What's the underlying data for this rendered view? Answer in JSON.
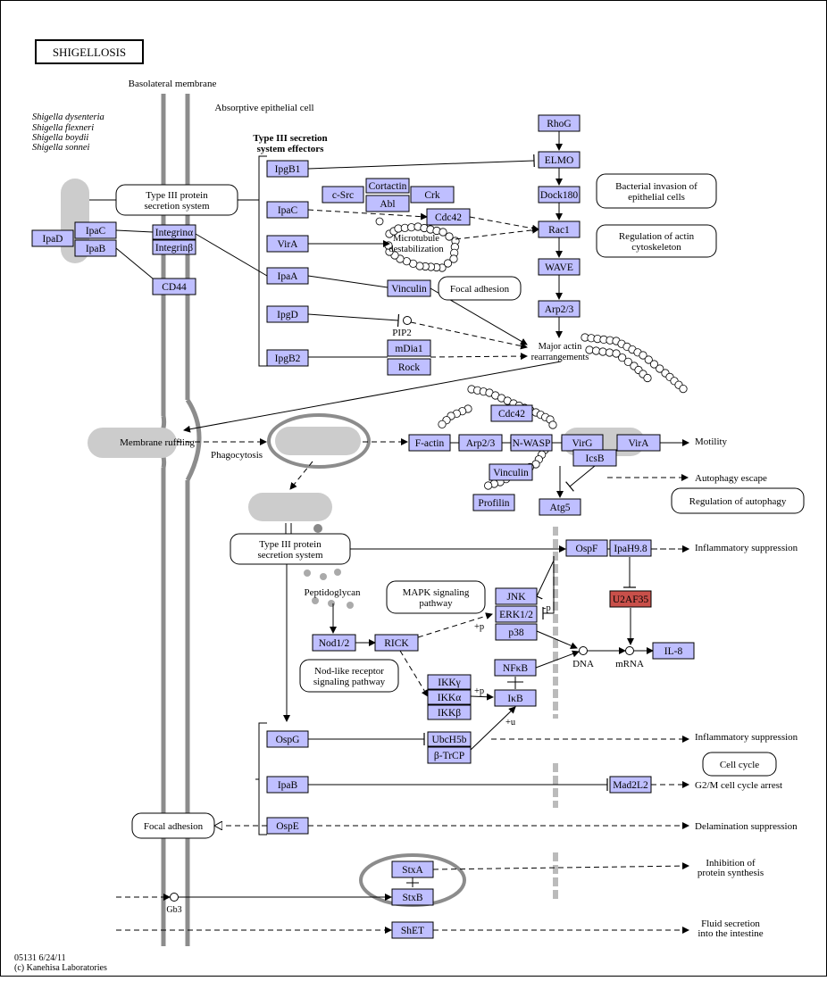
{
  "title": "SHIGELLOSIS",
  "colors": {
    "gene_fill": "#bfbfff",
    "highlight_fill": "#c9504a",
    "membrane": "#8c8c8c",
    "vesicle": "#cccccc",
    "background": "#ffffff"
  },
  "labels": {
    "basolateral": "Basolateral membrane",
    "absorptive": "Absorptive epithelial cell",
    "species": [
      "Shigella dysenteria",
      "Shigella flexneri",
      "Shigella boydii",
      "Shigella sonnei"
    ],
    "t3_effectors": [
      "Type III secretion",
      "system effectors"
    ],
    "pip2": "PIP2",
    "microtubule": [
      "Microtubule",
      "destabilization"
    ],
    "major_actin": [
      "Major actin",
      "rearrangements"
    ],
    "membrane_ruffling": "Membrane ruffling",
    "phagocytosis": "Phagocytosis",
    "peptidoglycan": "Peptidoglycan",
    "dna": "DNA",
    "mrna": "mRNA",
    "gb3": "Gb3",
    "plus_p_1": "+p",
    "plus_p_2": "+p",
    "plus_u": "+u",
    "minus_p": "-p"
  },
  "pathway_boxes": [
    "Type III protein secretion system",
    "Bacterial invasion of epithelial cells",
    "Regulation of actin cytoskeleton",
    "Focal adhesion",
    "Regulation of autophagy",
    "Type III protein secretion system",
    "MAPK signaling pathway",
    "Nod-like receptor signaling pathway",
    "Cell cycle",
    "Focal adhesion"
  ],
  "outcomes": [
    "Motility",
    "Autophagy escape",
    "Inflammatory suppression",
    "Inflammatory suppression",
    "G2/M cell cycle arrest",
    "Delamination suppression",
    "Inhibition of protein synthesis",
    "Fluid secretion into the intestine"
  ],
  "genes": [
    "IpaC",
    "IpaD",
    "IpaB",
    "Integrinα",
    "Integrinβ",
    "CD44",
    "IpgB1",
    "IpaC",
    "VirA",
    "IpaA",
    "IpgD",
    "IpgB2",
    "c-Src",
    "Cortactin",
    "Abl",
    "Crk",
    "Cdc42",
    "Vinculin",
    "mDia1",
    "Rock",
    "RhoG",
    "ELMO",
    "Dock180",
    "Rac1",
    "WAVE",
    "Arp2/3",
    "Cdc42",
    "F-actin",
    "Arp2/3",
    "N-WASP",
    "VirG",
    "VirA",
    "IcsB",
    "Vinculin",
    "Profilin",
    "Atg5",
    "OspF",
    "IpaH9.8",
    "U2AF35",
    "JNK",
    "ERK1/2",
    "p38",
    "Nod1/2",
    "RICK",
    "NFκB",
    "IKKγ",
    "IKKα",
    "IKKβ",
    "IκB",
    "IL-8",
    "OspG",
    "UbcH5b",
    "β-TrCP",
    "IpaB",
    "Mad2L2",
    "OspE",
    "StxA",
    "StxB",
    "ShET"
  ],
  "footer": [
    "05131 6/24/11",
    "(c) Kanehisa Laboratories"
  ]
}
